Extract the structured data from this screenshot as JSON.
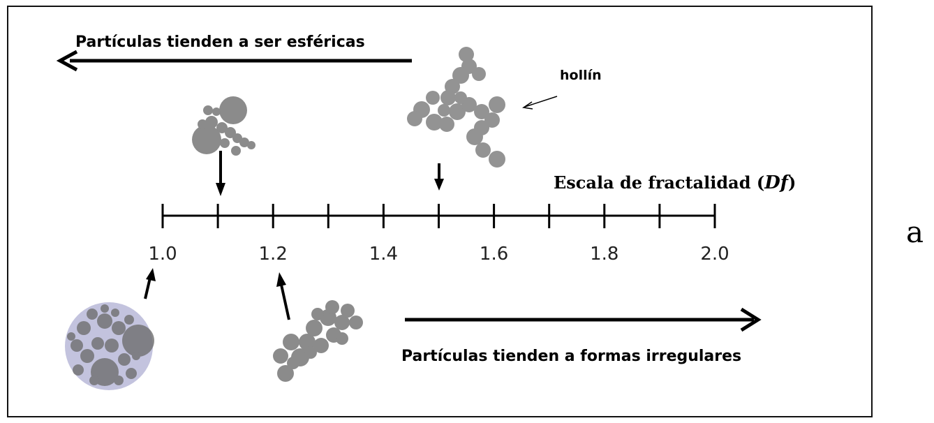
{
  "labels": {
    "spherical": "Partículas tienden a ser esféricas",
    "irregular": "Partículas tienden a formas irregulares",
    "soot": "hollín",
    "scale_title_prefix": "Escala de fractalidad (",
    "scale_title_symbol": "Df",
    "scale_title_suffix": ")",
    "panel_letter": "a"
  },
  "scale": {
    "min": 1.0,
    "max": 2.0,
    "major_ticks": [
      1.0,
      1.1,
      1.2,
      1.3,
      1.4,
      1.5,
      1.6,
      1.7,
      1.8,
      1.9,
      2.0
    ],
    "tick_labels": [
      "1.0",
      "1.2",
      "1.4",
      "1.6",
      "1.8",
      "2.0"
    ]
  },
  "particles": [
    {
      "name": "spherical-particle",
      "points_to": 1.0
    },
    {
      "name": "compact-aggregate",
      "points_to": 1.1
    },
    {
      "name": "elongated-aggregate",
      "points_to": 1.2
    },
    {
      "name": "soot-aggregate",
      "points_to": 1.5
    }
  ],
  "colors": {
    "particle_gray": "#6f6f6f",
    "halo": "#b9b9d8",
    "axis": "#000000"
  }
}
